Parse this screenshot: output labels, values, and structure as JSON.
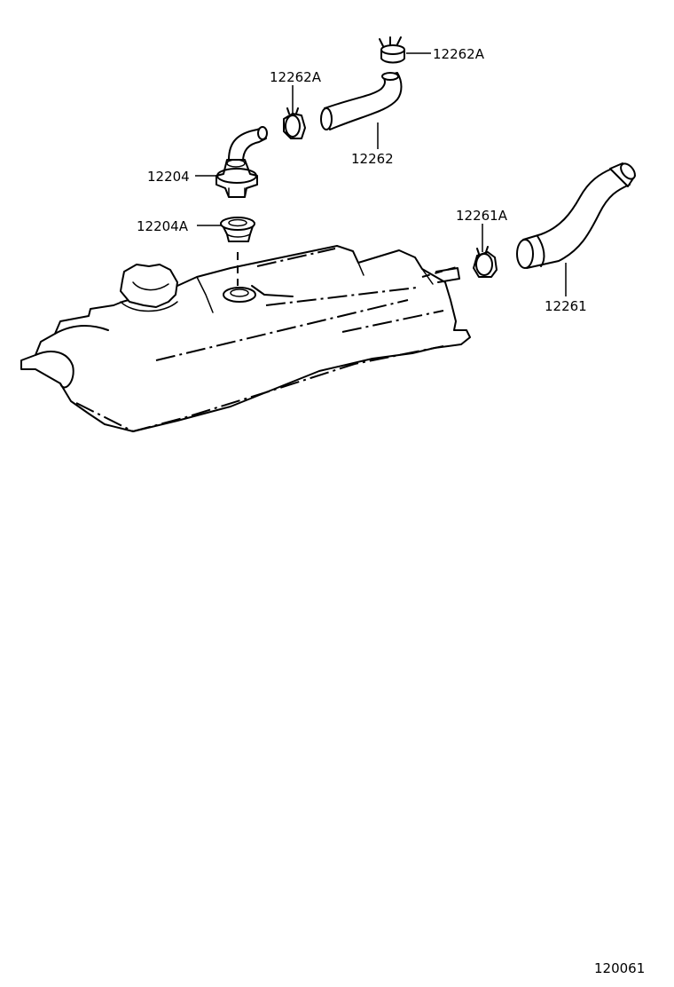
{
  "callouts": {
    "clip_upper": "12262A",
    "clip_mid": "12262A",
    "hose_upper": "12262",
    "pcv_valve": "12204",
    "grommet": "12204A",
    "clip_lower": "12261A",
    "hose_lower": "12261"
  },
  "figure_number": "120061"
}
